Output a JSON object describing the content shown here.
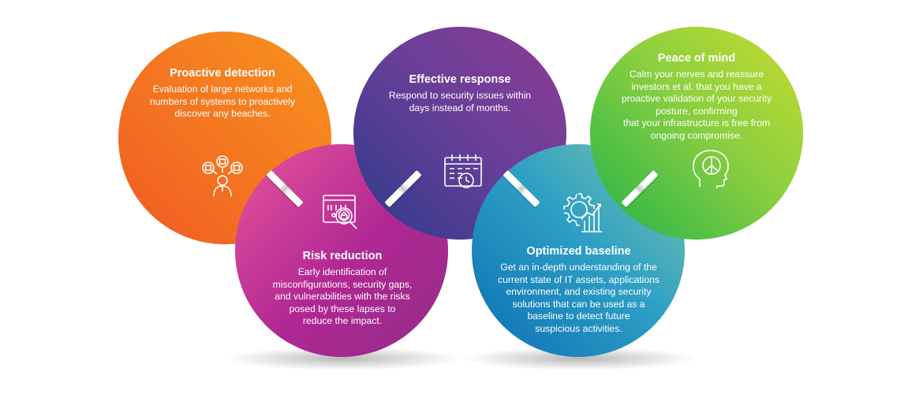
{
  "items": [
    {
      "title": "Proactive detection",
      "description": [
        "Evaluation of large networks and",
        "numbers of systems to proactively",
        "discover any beaches."
      ],
      "icon": "network-user-icon",
      "color": "#f15a24"
    },
    {
      "title": "Risk reduction",
      "description": [
        "Early identification of",
        "misconfigurations, security gaps,",
        "and vulnerabilities with the risks",
        "posed by these lapses to",
        "reduce the impact."
      ],
      "icon": "code-lock-search-icon",
      "color": "#b02793"
    },
    {
      "title": "Effective response",
      "description": [
        "Respond to security issues within",
        "days instead of months."
      ],
      "icon": "calendar-clock-icon",
      "color": "#5b3f98"
    },
    {
      "title": "Optimized baseline",
      "description": [
        "Get an in-depth understanding of the",
        "current state of IT assets, applications",
        "environment, and existing security",
        "solutions that can be used as a",
        "baseline to detect future",
        "suspicious activities."
      ],
      "icon": "gear-chart-icon",
      "color": "#2ea0c5"
    },
    {
      "title": "Peace of mind",
      "description": [
        "Calm your nerves and reassure",
        "investors et al. that you have a",
        "proactive validation of your security",
        "posture, confirming",
        "that your infrastructure is free from",
        "ongoing compromise."
      ],
      "icon": "head-peace-icon",
      "color": "#8ccf3f"
    }
  ]
}
